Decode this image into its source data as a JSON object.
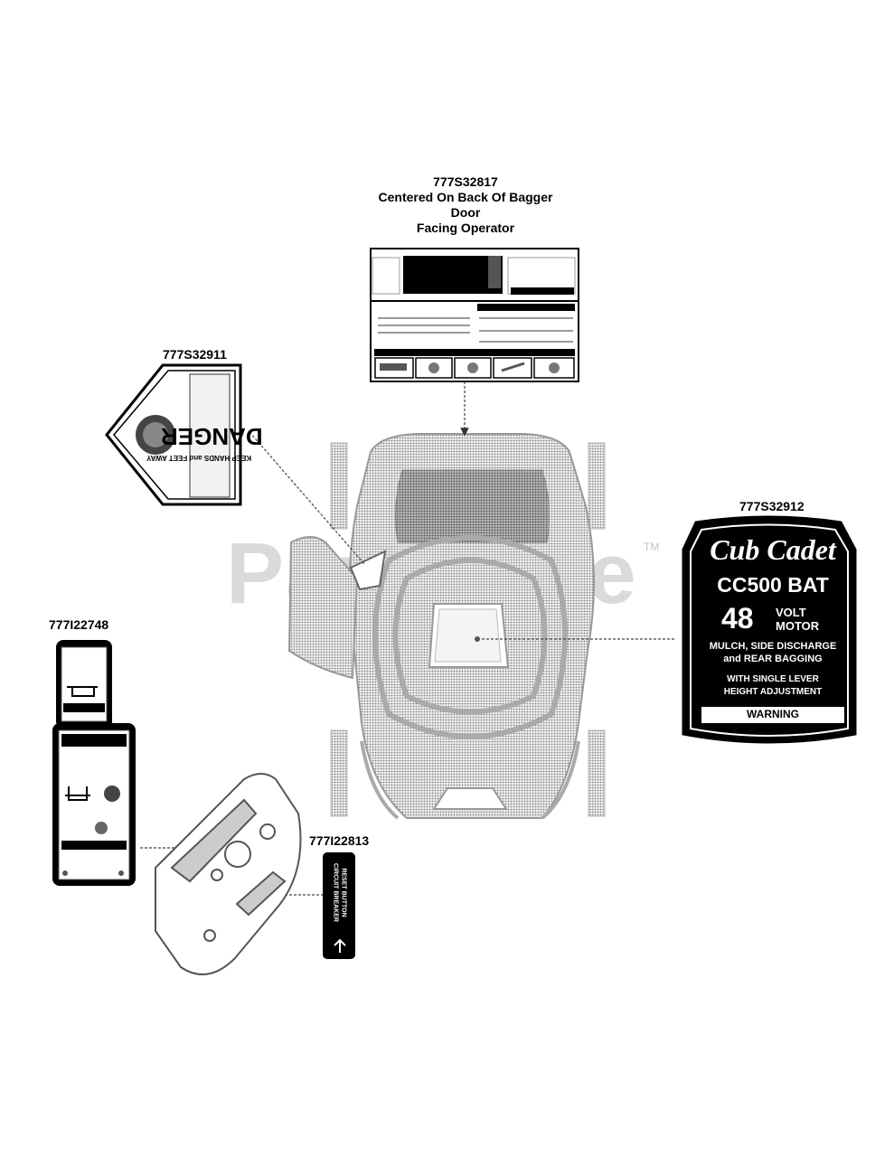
{
  "watermark": {
    "text": "PartsTree",
    "tm": "TM"
  },
  "parts": [
    {
      "id": "p1",
      "number": "777S32817",
      "lines": [
        "Centered On Back Of Bagger",
        "Door",
        "Facing Operator"
      ]
    },
    {
      "id": "p2",
      "number": "777S32911"
    },
    {
      "id": "p3",
      "number": "777S32912"
    },
    {
      "id": "p4",
      "number": "777I22748"
    },
    {
      "id": "p5",
      "number": "777I22813"
    }
  ],
  "decal_cubcadet": {
    "brand": "Cub Cadet",
    "model": "CC500 BAT",
    "volt_number": "48",
    "volt_word": "VOLT",
    "motor_word": "MOTOR",
    "line1": "MULCH, SIDE DISCHARGE",
    "line2": "and REAR BAGGING",
    "line3": "WITH SINGLE LEVER",
    "line4": "HEIGHT ADJUSTMENT",
    "warning": "WARNING"
  },
  "decal_danger": {
    "word": "DANGER",
    "sub": "KEEP HANDS and FEET AWAY"
  },
  "decal_breaker": {
    "line1": "CIRCUIT BREAKER",
    "line2": "RESET BUTTON"
  }
}
